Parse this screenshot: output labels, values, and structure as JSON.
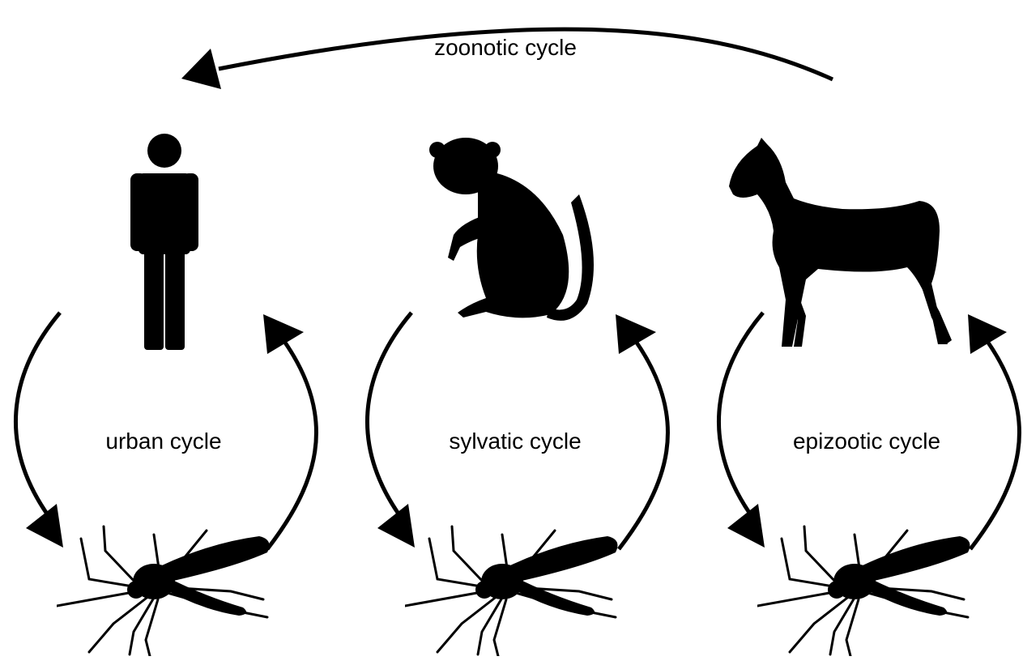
{
  "labels": {
    "zoonotic": "zoonotic cycle",
    "urban": "urban cycle",
    "sylvatic": "sylvatic cycle",
    "epizootic": "epizootic cycle"
  },
  "icons": [
    "human-icon",
    "monkey-icon",
    "horse-icon",
    "mosquito-icon"
  ],
  "colors": {
    "ink": "#000000",
    "background": "#ffffff"
  }
}
